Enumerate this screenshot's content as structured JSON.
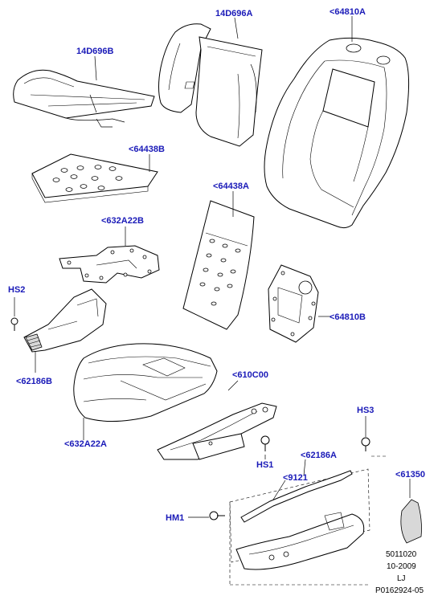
{
  "callouts": {
    "heater_mat_back": "14D696A",
    "heater_mat_cushion": "14D696B",
    "back_pad": "<64810A",
    "cushion_insert": "<64438B",
    "back_insert": "<64438A",
    "cushion_support": "<632A22B",
    "back_frame_plate": "<64810B",
    "screw_hs2": "HS2",
    "side_bracket": "<62186B",
    "cushion_pad": "<632A22A",
    "cushion_frame": "<610C00",
    "screw_hs1": "HS1",
    "screw_hs3": "HS3",
    "side_trim": "<62186A",
    "trim_strip": "<9121",
    "cover": "<61350",
    "clip_hm1": "HM1"
  },
  "footer": {
    "code": "5011020",
    "date": "10-2009",
    "initials": "LJ",
    "ref": "P0162924-05"
  }
}
